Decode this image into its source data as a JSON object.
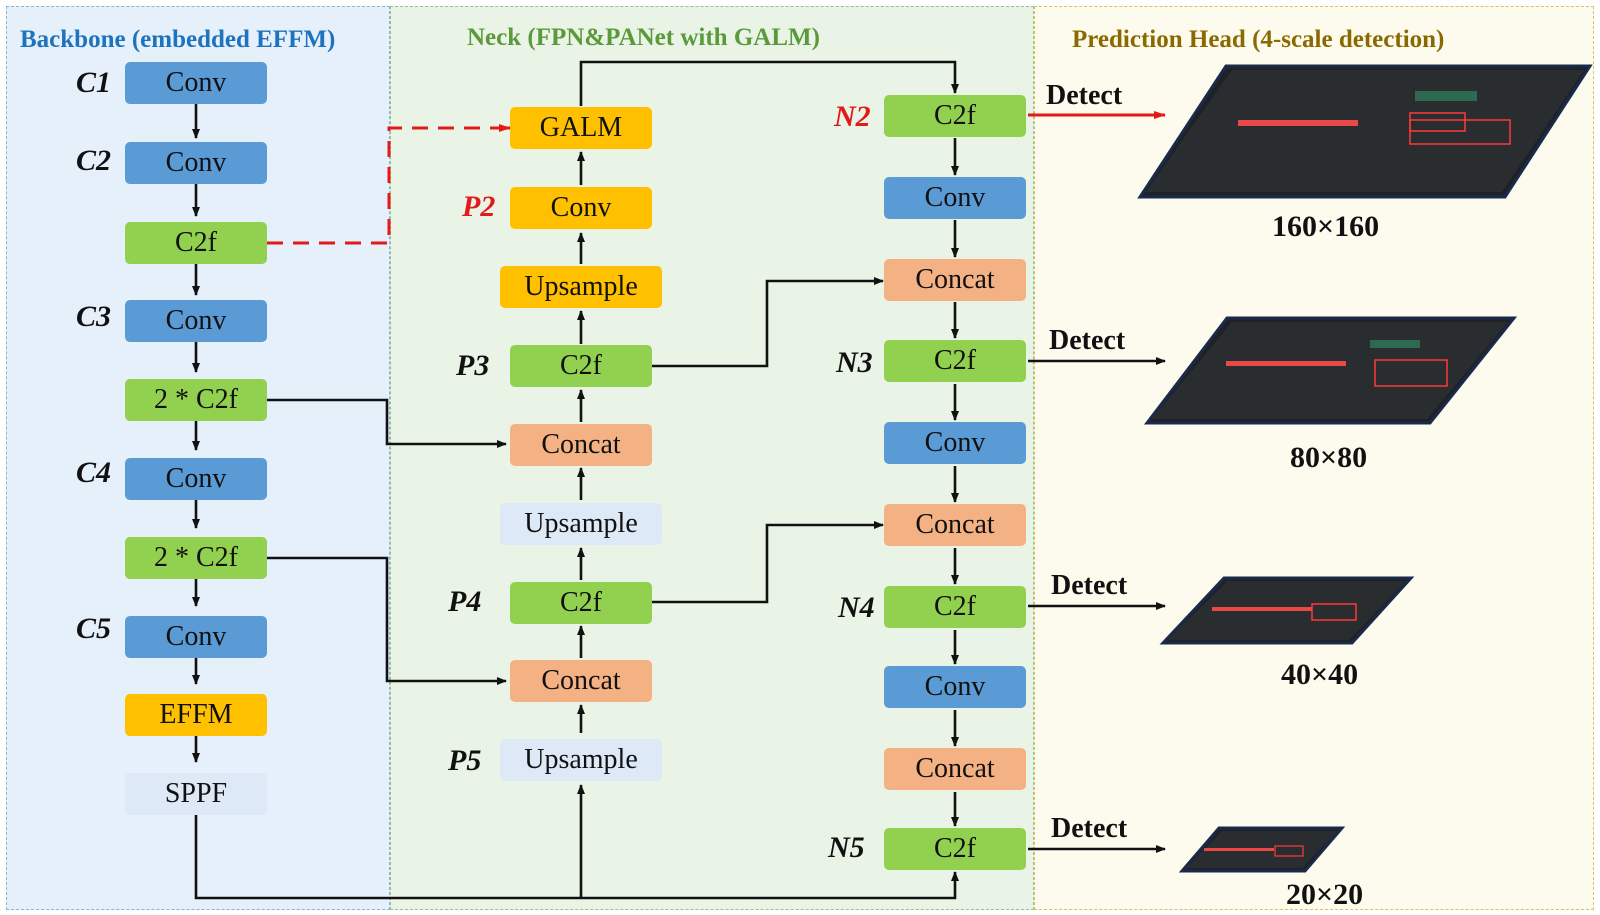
{
  "panels": {
    "backbone_title": "Backbone (embedded EFFM)",
    "neck_title": "Neck (FPN&PANet with GALM)",
    "head_title": "Prediction Head (4-scale detection)"
  },
  "colors": {
    "conv": "#5b9bd5",
    "c2f": "#92d050",
    "galm_effm": "#ffc000",
    "concat": "#f4b183",
    "upsample_sppf": "#dde9f6",
    "highlight": "#e21a1a",
    "backbone_title": "#1e73be",
    "neck_title": "#5a9a3a",
    "head_title": "#8a6a00"
  },
  "backbone": {
    "labels": {
      "c1": "C1",
      "c2": "C2",
      "c3": "C3",
      "c4": "C4",
      "c5": "C5"
    },
    "blocks": {
      "conv1": "Conv",
      "conv2": "Conv",
      "c2f": "C2f",
      "conv3": "Conv",
      "c2f_x2_a": "2 * C2f",
      "conv4": "Conv",
      "c2f_x2_b": "2 * C2f",
      "conv5": "Conv",
      "effm": "EFFM",
      "sppf": "SPPF"
    }
  },
  "neck": {
    "labels": {
      "p2": "P2",
      "p3": "P3",
      "p4": "P4",
      "p5": "P5"
    },
    "fpn_blocks": {
      "galm": "GALM",
      "conv": "Conv",
      "upsample_top": "Upsample",
      "c2f_p3": "C2f",
      "concat_p3": "Concat",
      "upsample_mid": "Upsample",
      "c2f_p4": "C2f",
      "concat_p4": "Concat",
      "upsample_p5": "Upsample"
    },
    "pan_labels": {
      "n2": "N2",
      "n3": "N3",
      "n4": "N4",
      "n5": "N5"
    },
    "pan_blocks": {
      "c2f_n2": "C2f",
      "conv_1": "Conv",
      "concat_1": "Concat",
      "c2f_n3": "C2f",
      "conv_2": "Conv",
      "concat_2": "Concat",
      "c2f_n4": "C2f",
      "conv_3": "Conv",
      "concat_3": "Concat",
      "c2f_n5": "C2f"
    }
  },
  "head": {
    "detections": [
      {
        "detect": "Detect",
        "scale": "160×160"
      },
      {
        "detect": "Detect",
        "scale": "80×80"
      },
      {
        "detect": "Detect",
        "scale": "40×40"
      },
      {
        "detect": "Detect",
        "scale": "20×20"
      }
    ]
  }
}
